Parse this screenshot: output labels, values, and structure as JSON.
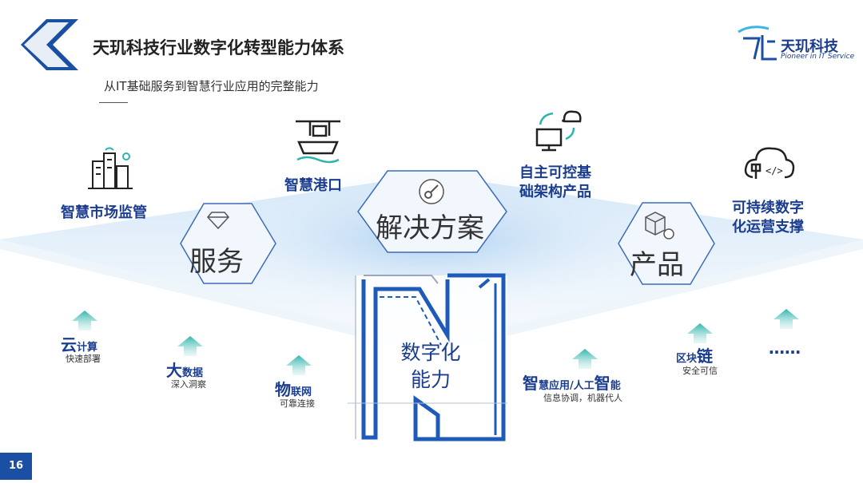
{
  "header": {
    "title": "天玑科技行业数字化转型能力体系",
    "subtitle": "从IT基础服务到智慧行业应用的完整能力",
    "logo_name": "天玑科技",
    "logo_tagline": "Pioneer in IT Service"
  },
  "topics": {
    "market": "智慧市场监管",
    "port": "智慧港口",
    "infra_line1": "自主可控基",
    "infra_line2": "础架构产品",
    "ops_line1": "可持续数字",
    "ops_line2": "化运营支撑"
  },
  "hexagons": {
    "service": "服务",
    "solution": "解决方案",
    "product": "产品"
  },
  "core": {
    "line1": "数字化",
    "line2": "能力"
  },
  "technologies": {
    "cloud": {
      "big": "云",
      "small": "计算",
      "sub": "快速部署"
    },
    "bigdata": {
      "big": "大",
      "small": "数据",
      "sub": "深入洞察"
    },
    "iot": {
      "big": "物",
      "small": "联网",
      "sub": "可靠连接"
    },
    "ai": {
      "big1": "智",
      "small1": "慧应用/人工",
      "big2": "智",
      "small2": "能",
      "sub": "信息协调，机器代人"
    },
    "blockchain": {
      "small": "区块",
      "big": "链",
      "sub": "安全可信"
    },
    "more": "……"
  },
  "footer": {
    "page_number": "16"
  },
  "colors": {
    "primary": "#1b3d8f",
    "accent": "#1e5bb8",
    "arrow": "#35b6b0"
  }
}
